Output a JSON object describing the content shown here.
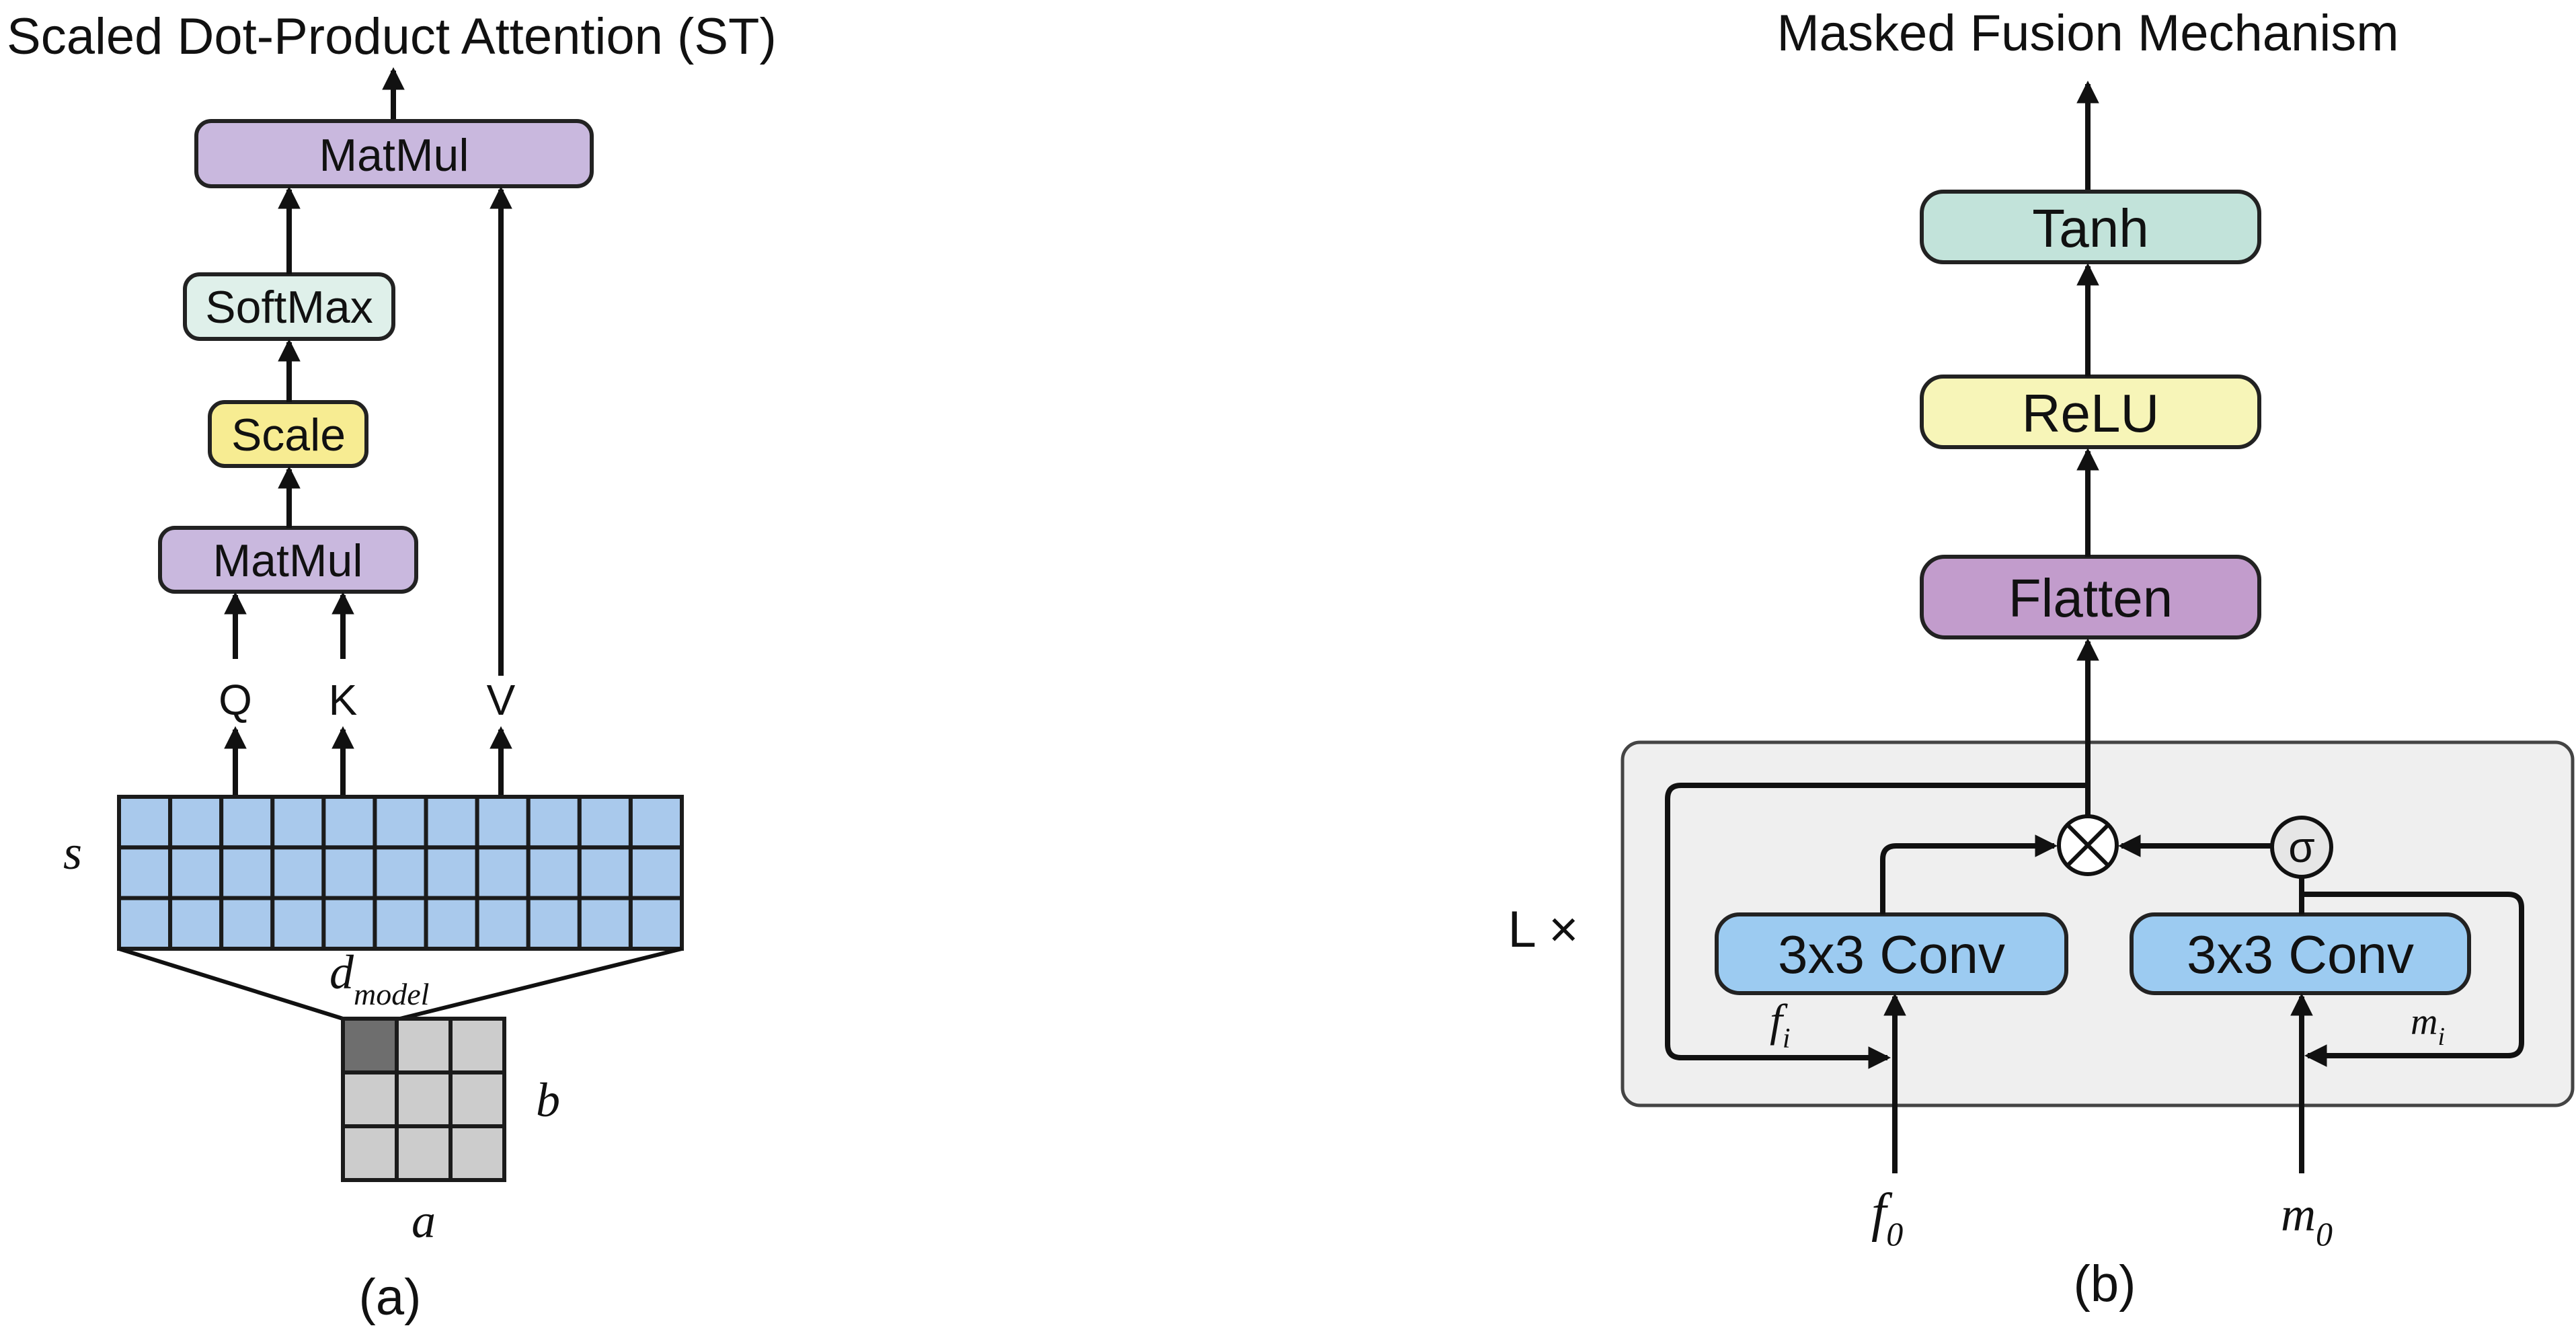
{
  "panel_a": {
    "title": "Scaled Dot-Product Attention (ST)",
    "matmul_top": "MatMul",
    "softmax": "SoftMax",
    "scale": "Scale",
    "matmul_bottom": "MatMul",
    "q": "Q",
    "k": "K",
    "v": "V",
    "s_label": "s",
    "d_label": "d",
    "d_sub": "model",
    "b_label": "b",
    "a_label": "a",
    "caption": "(a)",
    "grid": {
      "rows": 3,
      "cols": 11
    },
    "small_grid": {
      "rows": 3,
      "cols": 3,
      "highlight_cell": [
        0,
        0
      ]
    }
  },
  "panel_b": {
    "title": "Masked Fusion Mechanism",
    "tanh": "Tanh",
    "relu": "ReLU",
    "flatten": "Flatten",
    "conv_left": "3x3 Conv",
    "conv_right": "3x3 Conv",
    "multiply_symbol": "⊗",
    "sigma": "σ",
    "repeat_label": "L ×",
    "fi_label": "f",
    "fi_sub": "i",
    "mi_label": "m",
    "mi_sub": "i",
    "f0_label": "f",
    "f0_sub": "0",
    "m0_label": "m",
    "m0_sub": "0",
    "caption": "(b)"
  },
  "colors": {
    "matmul": "#c9b8de",
    "softmax": "#dff0ea",
    "scale": "#f7ec92",
    "grid_cell": "#a9c9ec",
    "small_cell": "#cccccc",
    "small_highlight": "#6e6e6e",
    "tanh": "#c2e3da",
    "relu": "#f7f5b8",
    "flatten": "#c29ccc",
    "conv": "#9ccbf1",
    "container": "#efefef"
  }
}
